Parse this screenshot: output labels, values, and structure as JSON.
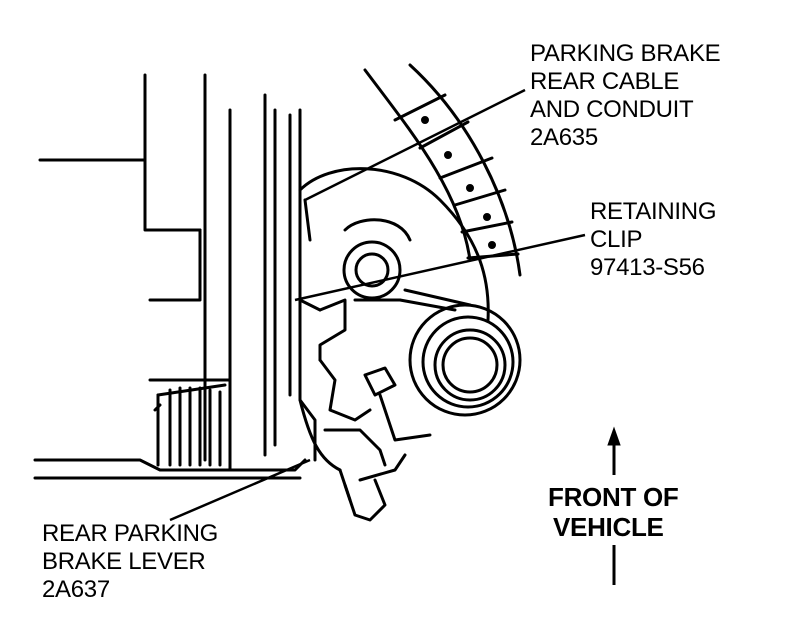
{
  "callouts": {
    "parking_brake_cable": {
      "line1": "PARKING BRAKE",
      "line2": "REAR CABLE",
      "line3": "AND CONDUIT",
      "part_number": "2A635"
    },
    "retaining_clip": {
      "line1": "RETAINING",
      "line2": "CLIP",
      "part_number": "97413-S56"
    },
    "rear_parking_brake_lever": {
      "line1": "REAR PARKING",
      "line2": "BRAKE LEVER",
      "part_number": "2A637"
    }
  },
  "direction_indicator": {
    "line1": "FRONT OF",
    "line2": "VEHICLE"
  },
  "colors": {
    "ink": "#000000",
    "paper": "#ffffff"
  }
}
